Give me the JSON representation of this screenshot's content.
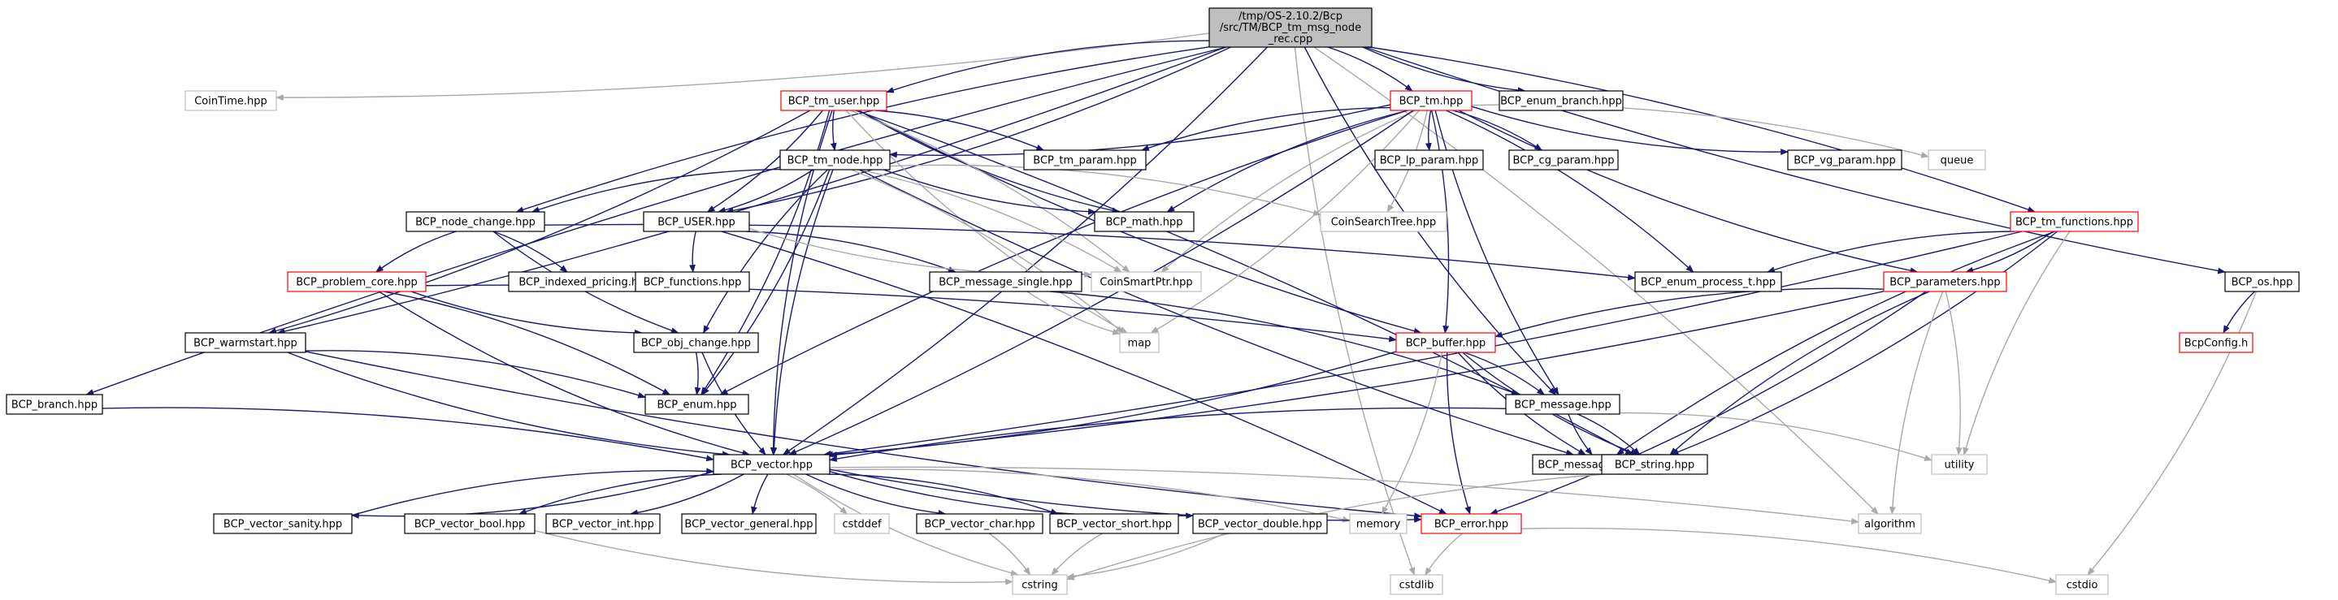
{
  "colors": {
    "root_fill": "#bfbfbf",
    "node_fill": "#ffffff",
    "documented_border": "#000000",
    "has_graph_border": "#ff0000",
    "external_border": "#bfbfbf",
    "edge_documented": "#191970",
    "edge_external": "#a9a9a9",
    "text": "#000000"
  },
  "diagram": {
    "root": {
      "lines": [
        "/tmp/OS-2.10.2/Bcp",
        "/src/TM/BCP_tm_msg_node",
        "_rec.cpp"
      ]
    },
    "nodes": [
      {
        "id": "root",
        "label": "/tmp/OS-2.10.2/Bcp/src/TM/BCP_tm_msg_node_rec.cpp",
        "kind": "root"
      },
      {
        "id": "cointime",
        "label": "CoinTime.hpp",
        "kind": "external"
      },
      {
        "id": "tm_user",
        "label": "BCP_tm_user.hpp",
        "kind": "has_graph"
      },
      {
        "id": "tm",
        "label": "BCP_tm.hpp",
        "kind": "has_graph"
      },
      {
        "id": "enum_branch",
        "label": "BCP_enum_branch.hpp",
        "kind": "documented"
      },
      {
        "id": "tm_param",
        "label": "BCP_tm_param.hpp",
        "kind": "documented"
      },
      {
        "id": "tm_node",
        "label": "BCP_tm_node.hpp",
        "kind": "documented"
      },
      {
        "id": "lp_param",
        "label": "BCP_lp_param.hpp",
        "kind": "documented"
      },
      {
        "id": "cg_param",
        "label": "BCP_cg_param.hpp",
        "kind": "documented"
      },
      {
        "id": "vg_param",
        "label": "BCP_vg_param.hpp",
        "kind": "documented"
      },
      {
        "id": "queue",
        "label": "queue",
        "kind": "external"
      },
      {
        "id": "node_change",
        "label": "BCP_node_change.hpp",
        "kind": "documented"
      },
      {
        "id": "user",
        "label": "BCP_USER.hpp",
        "kind": "documented"
      },
      {
        "id": "math",
        "label": "BCP_math.hpp",
        "kind": "documented"
      },
      {
        "id": "coinsearchtree",
        "label": "CoinSearchTree.hpp",
        "kind": "external"
      },
      {
        "id": "tm_functions",
        "label": "BCP_tm_functions.hpp",
        "kind": "has_graph"
      },
      {
        "id": "problem_core",
        "label": "BCP_problem_core.hpp",
        "kind": "has_graph"
      },
      {
        "id": "indexed_pricing",
        "label": "BCP_indexed_pricing.hpp",
        "kind": "documented"
      },
      {
        "id": "functions",
        "label": "BCP_functions.hpp",
        "kind": "documented"
      },
      {
        "id": "message_single",
        "label": "BCP_message_single.hpp",
        "kind": "documented"
      },
      {
        "id": "coinsmartptr",
        "label": "CoinSmartPtr.hpp",
        "kind": "external"
      },
      {
        "id": "enum_process_t",
        "label": "BCP_enum_process_t.hpp",
        "kind": "documented"
      },
      {
        "id": "parameters",
        "label": "BCP_parameters.hpp",
        "kind": "has_graph"
      },
      {
        "id": "os",
        "label": "BCP_os.hpp",
        "kind": "documented"
      },
      {
        "id": "warmstart",
        "label": "BCP_warmstart.hpp",
        "kind": "documented"
      },
      {
        "id": "obj_change",
        "label": "BCP_obj_change.hpp",
        "kind": "documented"
      },
      {
        "id": "map",
        "label": "map",
        "kind": "external"
      },
      {
        "id": "buffer",
        "label": "BCP_buffer.hpp",
        "kind": "has_graph"
      },
      {
        "id": "bcpconfig",
        "label": "BcpConfig.h",
        "kind": "has_graph"
      },
      {
        "id": "branch",
        "label": "BCP_branch.hpp",
        "kind": "documented"
      },
      {
        "id": "enum",
        "label": "BCP_enum.hpp",
        "kind": "documented"
      },
      {
        "id": "message",
        "label": "BCP_message.hpp",
        "kind": "documented"
      },
      {
        "id": "vector",
        "label": "BCP_vector.hpp",
        "kind": "documented"
      },
      {
        "id": "message_tag",
        "label": "BCP_message_tag.hpp",
        "kind": "documented"
      },
      {
        "id": "string",
        "label": "BCP_string.hpp",
        "kind": "documented"
      },
      {
        "id": "utility",
        "label": "utility",
        "kind": "external"
      },
      {
        "id": "vector_sanity",
        "label": "BCP_vector_sanity.hpp",
        "kind": "documented"
      },
      {
        "id": "vector_bool",
        "label": "BCP_vector_bool.hpp",
        "kind": "documented"
      },
      {
        "id": "vector_int",
        "label": "BCP_vector_int.hpp",
        "kind": "documented"
      },
      {
        "id": "vector_general",
        "label": "BCP_vector_general.hpp",
        "kind": "documented"
      },
      {
        "id": "cstddef",
        "label": "cstddef",
        "kind": "external"
      },
      {
        "id": "vector_char",
        "label": "BCP_vector_char.hpp",
        "kind": "documented"
      },
      {
        "id": "vector_short",
        "label": "BCP_vector_short.hpp",
        "kind": "documented"
      },
      {
        "id": "vector_double",
        "label": "BCP_vector_double.hpp",
        "kind": "documented"
      },
      {
        "id": "memory",
        "label": "memory",
        "kind": "external"
      },
      {
        "id": "error",
        "label": "BCP_error.hpp",
        "kind": "has_graph"
      },
      {
        "id": "algorithm",
        "label": "algorithm",
        "kind": "external"
      },
      {
        "id": "cstring",
        "label": "cstring",
        "kind": "external"
      },
      {
        "id": "cstdlib",
        "label": "cstdlib",
        "kind": "external"
      },
      {
        "id": "cstdio",
        "label": "cstdio",
        "kind": "external"
      }
    ],
    "edges": [
      [
        "root",
        "cointime"
      ],
      [
        "root",
        "tm_user"
      ],
      [
        "root",
        "tm"
      ],
      [
        "root",
        "enum_branch"
      ],
      [
        "root",
        "user"
      ],
      [
        "root",
        "node_change"
      ],
      [
        "root",
        "warmstart"
      ],
      [
        "root",
        "branch"
      ],
      [
        "root",
        "vector"
      ],
      [
        "root",
        "message"
      ],
      [
        "root",
        "tm_functions"
      ],
      [
        "root",
        "os"
      ],
      [
        "root",
        "algorithm"
      ],
      [
        "root",
        "cstdlib"
      ],
      [
        "tm_user",
        "tm_param"
      ],
      [
        "tm_user",
        "tm_node"
      ],
      [
        "tm_user",
        "user"
      ],
      [
        "tm_user",
        "math"
      ],
      [
        "tm_user",
        "warmstart"
      ],
      [
        "tm_user",
        "vector"
      ],
      [
        "tm_user",
        "enum"
      ],
      [
        "tm_user",
        "buffer"
      ],
      [
        "tm_user",
        "string"
      ],
      [
        "tm_user",
        "map"
      ],
      [
        "tm_user",
        "coinsmartptr"
      ],
      [
        "tm",
        "tm_param"
      ],
      [
        "tm",
        "tm_node"
      ],
      [
        "tm",
        "lp_param"
      ],
      [
        "tm",
        "cg_param"
      ],
      [
        "tm",
        "vg_param"
      ],
      [
        "tm",
        "queue"
      ],
      [
        "tm",
        "math"
      ],
      [
        "tm",
        "coinsearchtree"
      ],
      [
        "tm",
        "coinsmartptr"
      ],
      [
        "tm",
        "enum_process_t"
      ],
      [
        "tm",
        "parameters"
      ],
      [
        "tm",
        "buffer"
      ],
      [
        "tm",
        "message"
      ],
      [
        "tm",
        "map"
      ],
      [
        "tm",
        "enum"
      ],
      [
        "tm",
        "vector"
      ],
      [
        "tm_node",
        "node_change"
      ],
      [
        "tm_node",
        "user"
      ],
      [
        "tm_node",
        "math"
      ],
      [
        "tm_node",
        "coinsearchtree"
      ],
      [
        "tm_node",
        "obj_change"
      ],
      [
        "tm_node",
        "enum"
      ],
      [
        "tm_node",
        "vector"
      ],
      [
        "tm_node",
        "coinsmartptr"
      ],
      [
        "tm_node",
        "message_tag"
      ],
      [
        "tm_node",
        "map"
      ],
      [
        "node_change",
        "problem_core"
      ],
      [
        "node_change",
        "indexed_pricing"
      ],
      [
        "node_change",
        "obj_change"
      ],
      [
        "node_change",
        "enum_process_t"
      ],
      [
        "user",
        "functions"
      ],
      [
        "user",
        "message_single"
      ],
      [
        "user",
        "coinsmartptr"
      ],
      [
        "user",
        "error"
      ],
      [
        "problem_core",
        "obj_change"
      ],
      [
        "problem_core",
        "enum"
      ],
      [
        "problem_core",
        "vector"
      ],
      [
        "problem_core",
        "buffer"
      ],
      [
        "message_single",
        "map"
      ],
      [
        "message_single",
        "message"
      ],
      [
        "tm_functions",
        "enum_process_t"
      ],
      [
        "tm_functions",
        "parameters"
      ],
      [
        "tm_functions",
        "utility"
      ],
      [
        "tm_functions",
        "string"
      ],
      [
        "tm_functions",
        "message_tag"
      ],
      [
        "tm_functions",
        "vector"
      ],
      [
        "parameters",
        "buffer"
      ],
      [
        "parameters",
        "vector"
      ],
      [
        "parameters",
        "string"
      ],
      [
        "parameters",
        "utility"
      ],
      [
        "parameters",
        "algorithm"
      ],
      [
        "parameters",
        "error"
      ],
      [
        "os",
        "bcpconfig"
      ],
      [
        "os",
        "cstdio"
      ],
      [
        "warmstart",
        "vector"
      ],
      [
        "warmstart",
        "enum"
      ],
      [
        "warmstart",
        "error"
      ],
      [
        "obj_change",
        "enum"
      ],
      [
        "obj_change",
        "vector"
      ],
      [
        "buffer",
        "message"
      ],
      [
        "buffer",
        "message_tag"
      ],
      [
        "buffer",
        "vector"
      ],
      [
        "buffer",
        "string"
      ],
      [
        "buffer",
        "memory"
      ],
      [
        "buffer",
        "error"
      ],
      [
        "branch",
        "vector"
      ],
      [
        "message",
        "message_tag"
      ],
      [
        "message",
        "string"
      ],
      [
        "message",
        "vector"
      ],
      [
        "message",
        "utility"
      ],
      [
        "string",
        "cstring"
      ],
      [
        "vector",
        "vector_sanity"
      ],
      [
        "vector",
        "vector_bool"
      ],
      [
        "vector",
        "vector_int"
      ],
      [
        "vector",
        "vector_general"
      ],
      [
        "vector",
        "cstddef"
      ],
      [
        "vector",
        "vector_char"
      ],
      [
        "vector",
        "vector_short"
      ],
      [
        "vector",
        "vector_double"
      ],
      [
        "vector",
        "memory"
      ],
      [
        "vector",
        "error"
      ],
      [
        "vector",
        "algorithm"
      ],
      [
        "vector",
        "cstring"
      ],
      [
        "vector_sanity",
        "vector"
      ],
      [
        "vector_bool",
        "cstring"
      ],
      [
        "vector_char",
        "cstring"
      ],
      [
        "vector_short",
        "cstring"
      ],
      [
        "vector_double",
        "cstring"
      ],
      [
        "error",
        "cstdlib"
      ],
      [
        "error",
        "cstdio"
      ]
    ]
  }
}
